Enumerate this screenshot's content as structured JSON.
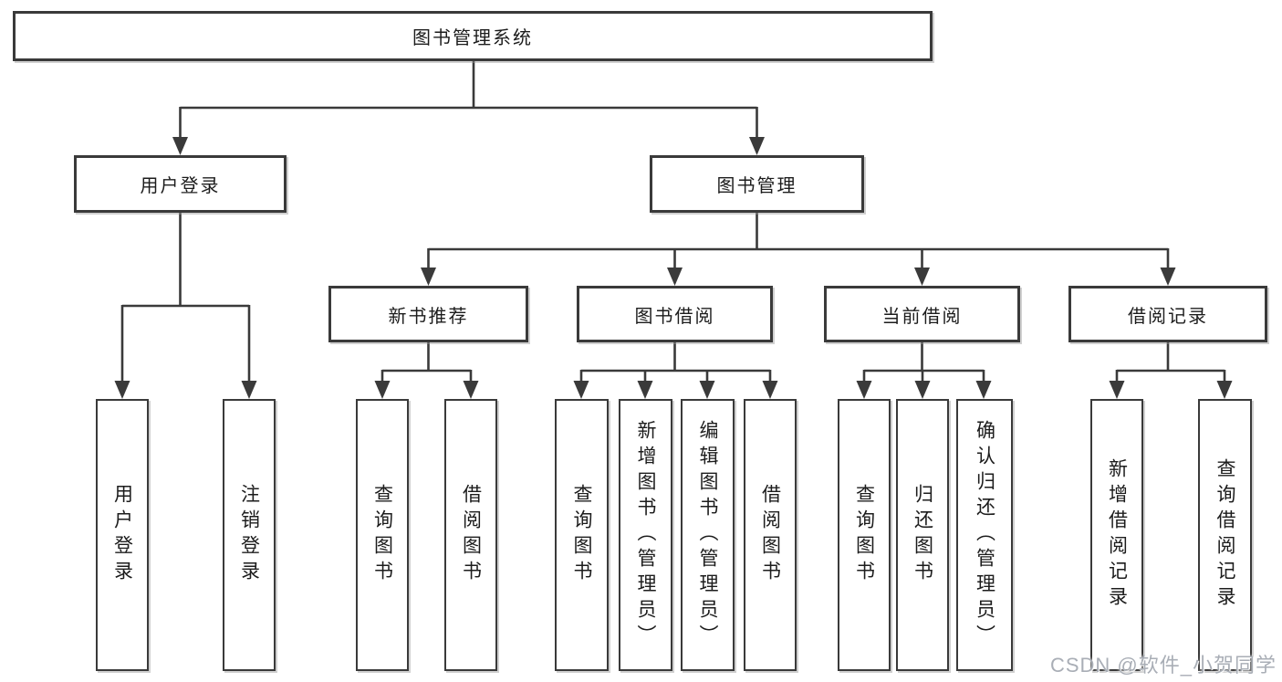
{
  "watermark": "CSDN @软件_小贺同学",
  "colors": {
    "line": "#3a3a3a",
    "text": "#1c1c1c",
    "background": "#ffffff",
    "watermark": "#a9aeb6"
  },
  "tree": {
    "root": {
      "label": "图书管理系统"
    },
    "children": [
      {
        "label": "用户登录",
        "children": [
          {
            "label": "用户登录"
          },
          {
            "label": "注销登录"
          }
        ]
      },
      {
        "label": "图书管理",
        "children": [
          {
            "label": "新书推荐",
            "children": [
              {
                "label": "查询图书"
              },
              {
                "label": "借阅图书"
              }
            ]
          },
          {
            "label": "图书借阅",
            "children": [
              {
                "label": "查询图书"
              },
              {
                "label": "新增图书（管理员）"
              },
              {
                "label": "编辑图书（管理员）"
              },
              {
                "label": "借阅图书"
              }
            ]
          },
          {
            "label": "当前借阅",
            "children": [
              {
                "label": "查询图书"
              },
              {
                "label": "归还图书"
              },
              {
                "label": "确认归还（管理员）"
              }
            ]
          },
          {
            "label": "借阅记录",
            "children": [
              {
                "label": "新增借阅记录"
              },
              {
                "label": "查询借阅记录"
              }
            ]
          }
        ]
      }
    ]
  }
}
